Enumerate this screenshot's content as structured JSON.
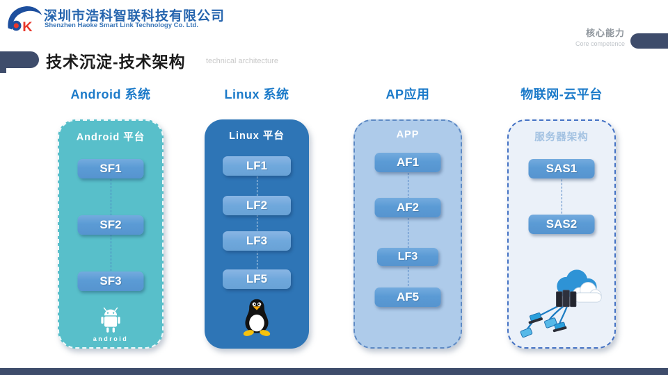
{
  "brand": {
    "company_cn": "深圳市浩科智联科技有限公司",
    "company_en": "Shenzhen Haoke Smart Link Technology Co. Ltd."
  },
  "corner_tag": {
    "label_cn": "核心能力",
    "label_en": "Core competence"
  },
  "title": {
    "text": "技术沉淀-技术架构",
    "subtitle": "technical architecture"
  },
  "columns": [
    {
      "header": "Android 系统",
      "panel_title": "Android 平台",
      "items": [
        "SF1",
        "SF2",
        "SF3"
      ],
      "icon": "android-robot-icon",
      "wordmark": "android"
    },
    {
      "header": "Linux 系统",
      "panel_title": "Linux 平台",
      "items": [
        "LF1",
        "LF2",
        "LF3",
        "LF5"
      ],
      "icon": "tux-penguin-icon"
    },
    {
      "header": "AP应用",
      "panel_title": "APP",
      "items": [
        "AF1",
        "AF2",
        "LF3",
        "AF5"
      ],
      "icon": "none"
    },
    {
      "header": "物联网-云平台",
      "panel_title": "服务器架构",
      "items": [
        "SAS1",
        "SAS2"
      ],
      "icon": "cloud-network-icon"
    }
  ],
  "colors": {
    "accent_navy": "#3e4c6b",
    "column_header_blue": "#1b7ac9",
    "panel_android_teal": "#58bfca",
    "panel_linux_blue": "#2e75b6",
    "panel_app_lightblue": "#aecbea",
    "panel_iot_bg": "#ebf1f9",
    "node_button_blue": "#5b9bd5",
    "node_button_linux": "#6fa8dc",
    "brand_blue": "#2665ae"
  }
}
